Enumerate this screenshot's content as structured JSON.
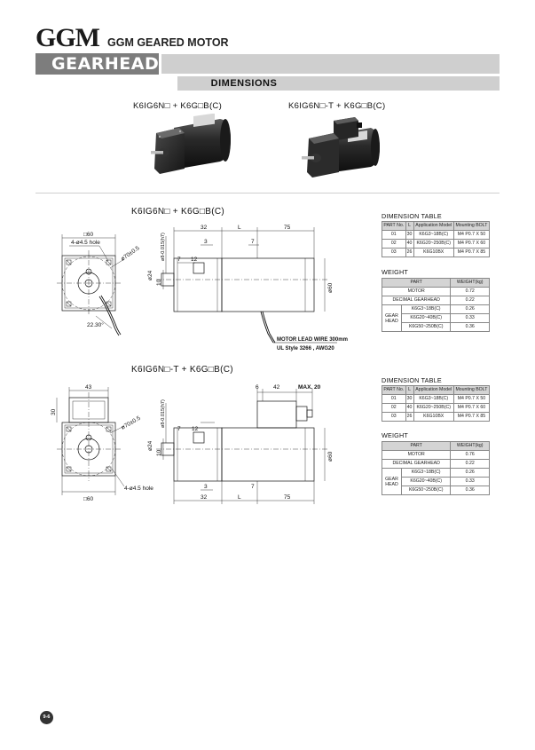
{
  "header": {
    "logo": "GGM",
    "title": "GGM GEARED MOTOR"
  },
  "section": {
    "title": "GEARHEAD",
    "subtitle": "DIMENSIONS"
  },
  "photos": [
    {
      "label": "K6IG6N□ + K6G□B(C)"
    },
    {
      "label": "K6IG6N□-T + K6G□B(C)"
    }
  ],
  "drawing1": {
    "title": "K6IG6N□ + K6G□B(C)",
    "labels": {
      "square": "□60",
      "hole": "4-ø4.5 hole",
      "pcd": "ø70±0.5",
      "angle": "22.30°",
      "d32": "32",
      "dL": "L",
      "d75": "75",
      "d3": "3",
      "d7": "7",
      "d12": "12",
      "d7b": "7",
      "shaft_dia": "ø8-0.015(h7)",
      "d24": "ø24",
      "d10": "10",
      "d60": "ø60",
      "wire1": "MOTOR LEAD WIRE 300mm",
      "wire2": "UL Style 3266 , AWG20"
    }
  },
  "drawing2": {
    "title": "K6IG6N□-T + K6G□B(C)",
    "labels": {
      "d43": "43",
      "d30": "30",
      "square": "□60",
      "hole": "4-ø4.5 hole",
      "pcd": "ø70±0.5",
      "d6": "6",
      "d42": "42",
      "max20": "MAX. 20",
      "d7": "7",
      "d12": "12",
      "shaft_dia": "ø8-0.015(h7)",
      "d24": "ø24",
      "d10": "10",
      "d60": "ø60",
      "d3": "3",
      "d7b": "7",
      "d32": "32",
      "dL": "L",
      "d75": "75"
    }
  },
  "tables": [
    {
      "dimension_label": "DIMENSION TABLE",
      "dimension_headers": [
        "PART No.",
        "L",
        "Application Model",
        "Mounting BOLT"
      ],
      "dimension_rows": [
        [
          "01",
          "30",
          "K6G3~18B(C)",
          "M4 P0.7 X 50"
        ],
        [
          "02",
          "40",
          "K6G20~250B(C)",
          "M4 P0.7 X 60"
        ],
        [
          "03",
          "26",
          "K6G10BX",
          "M4 P0.7 X 85"
        ]
      ],
      "weight_label": "WEIGHT",
      "weight_headers": [
        "PART",
        "WEIGHT(kg)"
      ],
      "weight_motor": [
        "MOTOR",
        "0.72"
      ],
      "weight_decimal": [
        "DECIMAL GEARHEAD",
        "0.22"
      ],
      "weight_gear_label": "GEAR HEAD",
      "weight_gear_rows": [
        [
          "K6G3~18B(C)",
          "0.26"
        ],
        [
          "K6G20~40B(C)",
          "0.33"
        ],
        [
          "K6G50~250B(C)",
          "0.36"
        ]
      ]
    },
    {
      "dimension_label": "DIMENSION TABLE",
      "dimension_headers": [
        "PART No.",
        "L",
        "Application Model",
        "Mounting BOLT"
      ],
      "dimension_rows": [
        [
          "01",
          "30",
          "K6G3~18B(C)",
          "M4 P0.7 X 50"
        ],
        [
          "02",
          "40",
          "K6G20~250B(C)",
          "M4 P0.7 X 60"
        ],
        [
          "03",
          "26",
          "K6G10BX",
          "M4 P0.7 X 85"
        ]
      ],
      "weight_label": "WEIGHT",
      "weight_headers": [
        "PART",
        "WEIGHT(kg)"
      ],
      "weight_motor": [
        "MOTOR",
        "0.76"
      ],
      "weight_decimal": [
        "DECIMAL GEARHEAD",
        "0.22"
      ],
      "weight_gear_label": "GEAR HEAD",
      "weight_gear_rows": [
        [
          "K6G3~18B(C)",
          "0.26"
        ],
        [
          "K6G20~40B(C)",
          "0.33"
        ],
        [
          "K6G50~250B(C)",
          "0.36"
        ]
      ]
    }
  ],
  "page": {
    "number": "9-6"
  }
}
